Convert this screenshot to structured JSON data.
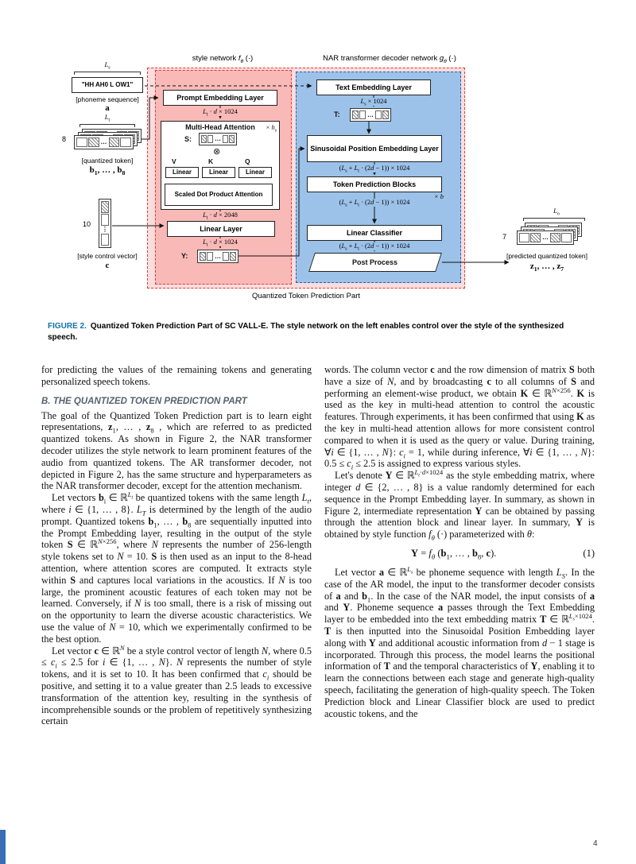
{
  "figure": {
    "dots": "…",
    "vdots": "⋮",
    "headers": {
      "style_network": "style network <i>f<sub>θ</sub></i> (·)",
      "nar_network": "NAR transformer decoder network <i>g<sub>θ</sub></i> (·)"
    },
    "inputs": {
      "phoneme_len": "<i>L</i><sub>s</sub>",
      "phoneme_text": "\"HH AH0 L OW1\"",
      "phoneme_caption": "[phoneme sequence]",
      "phoneme_var": "a",
      "qt_len": "<i>L</i><sub>t</sub>",
      "qt_count": "8",
      "qt_caption": "[quantized token]",
      "qt_var": "<b>b</b><sub>1</sub>, … , <b>b</b><sub>8</sub>",
      "sc_count": "10",
      "sc_caption": "[style control vector]",
      "sc_var": "c"
    },
    "style_net": {
      "prompt_embedding": "Prompt Embedding Layer",
      "dim_in": "<i>L</i><sub>t</sub> · <i>d</i> × 1024",
      "mha": "Multi-Head Attention",
      "mha_mult": "× <i>h</i><sub>s</sub>",
      "s_label": "S:",
      "otimes": "⊗",
      "v": "V",
      "k": "K",
      "q": "Q",
      "linear": "Linear",
      "sdpa": "Scaled Dot Product Attention",
      "dim_mid": "<i>L</i><sub>t</sub> · <i>d</i> × 2048",
      "linear_layer": "Linear Layer",
      "dim_out": "<i>L</i><sub>t</sub> · <i>d</i> × 1024",
      "y_label": "Y:"
    },
    "nar_net": {
      "text_embedding": "Text Embedding Layer",
      "dim_t": "<i>L</i><sub>s</sub> × 1024",
      "t_label": "T:",
      "sinusoidal": "Sinusoidal Position Embedding Layer",
      "dim_full": "(<i>L</i><sub>s</sub> + <i>L</i><sub>t</sub> · (2<i>d</i> − 1)) × 1024",
      "token_prediction": "Token Prediction Blocks",
      "times_b": "× b",
      "linear_classifier": "Linear Classifier",
      "post_process": "Post Process"
    },
    "outputs": {
      "out_len": "<i>L</i><sub>o</sub>",
      "out_count": "7",
      "out_caption": "[predicted quantized token]",
      "out_var": "<b>z</b><sub>1</sub>, … , <b>z</b><sub>7</sub>"
    },
    "bottom_label": "Quantized Token Prediction Part"
  },
  "caption": {
    "label": "FIGURE 2.",
    "text": "Quantized Token Prediction Part of SC VALL-E. The style network on the left enables control over the style of the synthesized speech."
  },
  "body": {
    "intro": "for predicting the values of the remaining tokens and generating personalized speech tokens.",
    "heading": "B. THE QUANTIZED TOKEN PREDICTION PART",
    "p1": "The goal of the Quantized Token Prediction part is to learn eight representations, <b>z</b><sub>1</sub>, … , <b>z</b><sub>8</sub> , which are referred to as predicted quantized tokens. As shown in Figure 2, the NAR transformer decoder utilizes the style network to learn prominent features of the audio from quantized tokens. The AR transformer decoder, not depicted in Figure 2, has the same structure and hyperparameters as the NAR transformer decoder, except for the attention mechanism.",
    "p2": "Let vectors <b>b</b><sub>i</sub> ∈ ℝ<sup><i>L<sub>t</sub></i></sup> be quantized tokens with the same length <i>L<sub>t</sub></i>, where <i>i</i> ∈ {1, … , 8}. <i>L<sub>T</sub></i> is determined by the length of the audio prompt. Quantized tokens <b>b</b><sub>1</sub>, … , <b>b</b><sub>8</sub> are sequentially inputted into the Prompt Embedding layer, resulting in the output of the style token <b>S</b> ∈ ℝ<sup><i>N</i>×256</sup>, where <i>N</i> represents the number of 256-length style tokens set to <i>N</i> = 10. <b>S</b> is then used as an input to the 8-head attention, where attention scores are computed. It extracts style within <b>S</b> and captures local variations in the acoustics. If <i>N</i> is too large, the prominent acoustic features of each token may not be learned. Conversely, if <i>N</i> is too small, there is a risk of missing out on the opportunity to learn the diverse acoustic characteristics. We use the value of <i>N</i> = 10, which we experimentally confirmed to be the best option.",
    "p3": "Let vector <b>c</b> ∈ ℝ<sup><i>N</i></sup> be a style control vector of length <i>N</i>, where 0.5 ≤ <i>c<sub>i</sub></i> ≤ 2.5 for <i>i</i> ∈ {1, … , <i>N</i>}. <i>N</i> represents the number of style tokens, and it is set to 10. It has been confirmed that <i>c<sub>i</sub></i> should be positive, and setting it to a value greater than 2.5 leads to excessive transformation of the attention key, resulting in the synthesis of incomprehensible sounds or the problem of repetitively synthesizing certain",
    "p4": "words. The column vector <b>c</b> and the row dimension of matrix <b>S</b> both have a size of <i>N</i>, and by broadcasting <b>c</b> to all columns of <b>S</b> and performing an element-wise product, we obtain <b>K</b> ∈ ℝ<sup><i>N</i>×256</sup>. <b>K</b> is used as the key in multi-head attention to control the acoustic features. Through experiments, it has been confirmed that using <b>K</b> as the key in multi-head attention allows for more consistent control compared to when it is used as the query or value. During training, ∀<i>i</i> ∈ {1, … , <i>N</i>}: <i>c<sub>i</sub></i> = 1, while during inference, ∀<i>i</i> ∈ {1, … , <i>N</i>}: 0.5 ≤ <i>c<sub>i</sub></i> ≤ 2.5 is assigned to express various styles.",
    "p5": "Let's denote <b>Y</b> ∈ ℝ<sup><i>L<sub>t</sub></i>·<i>d</i>×1024</sup> as the style embedding matrix, where integer <i>d</i> ∈ {2, … , 8} is a value randomly determined for each sequence in the Prompt Embedding layer. In summary, as shown in Figure 2, intermediate representation <b>Y</b> can be obtained by passing through the attention block and linear layer. In summary, <b>Y</b> is obtained by style function <i>f<sub>θ</sub></i> (·) parameterized with <i>θ</i>:",
    "equation": "<b>Y</b> = <i>f<sub>θ</sub></i> (<b>b</b><sub>1</sub>, … , <b>b</b><sub>8</sub>, <b>c</b>).",
    "eq_no": "(1)",
    "p6": "Let vector <b>a</b> ∈ ℝ<sup><i>L<sub>s</sub></i></sup> be phoneme sequence with length <i>L<sub>S</sub></i>. In the case of the AR model, the input to the transformer decoder consists of <b>a</b> and <b>b</b><sub>1</sub>. In the case of the NAR model, the input consists of <b>a</b> and <b>Y</b>. Phoneme sequence <b>a</b> passes through the Text Embedding layer to be embedded into the text embedding matrix <b>T</b> ∈ ℝ<sup><i>L<sub>s</sub></i>×1024</sup>. <b>T</b> is then inputted into the Sinusoidal Position Embedding layer along with <b>Y</b> and additional acoustic information from <i>d</i> − 1 stage is incorporated. Through this process, the model learns the positional information of <b>T</b> and the temporal characteristics of <b>Y</b>, enabling it to learn the connections between each stage and generate high-quality speech, facilitating the generation of high-quality speech. The Token Prediction block and Linear Classifier block are used to predict acoustic tokens, and the"
  },
  "footer": {
    "page_number": "4"
  }
}
